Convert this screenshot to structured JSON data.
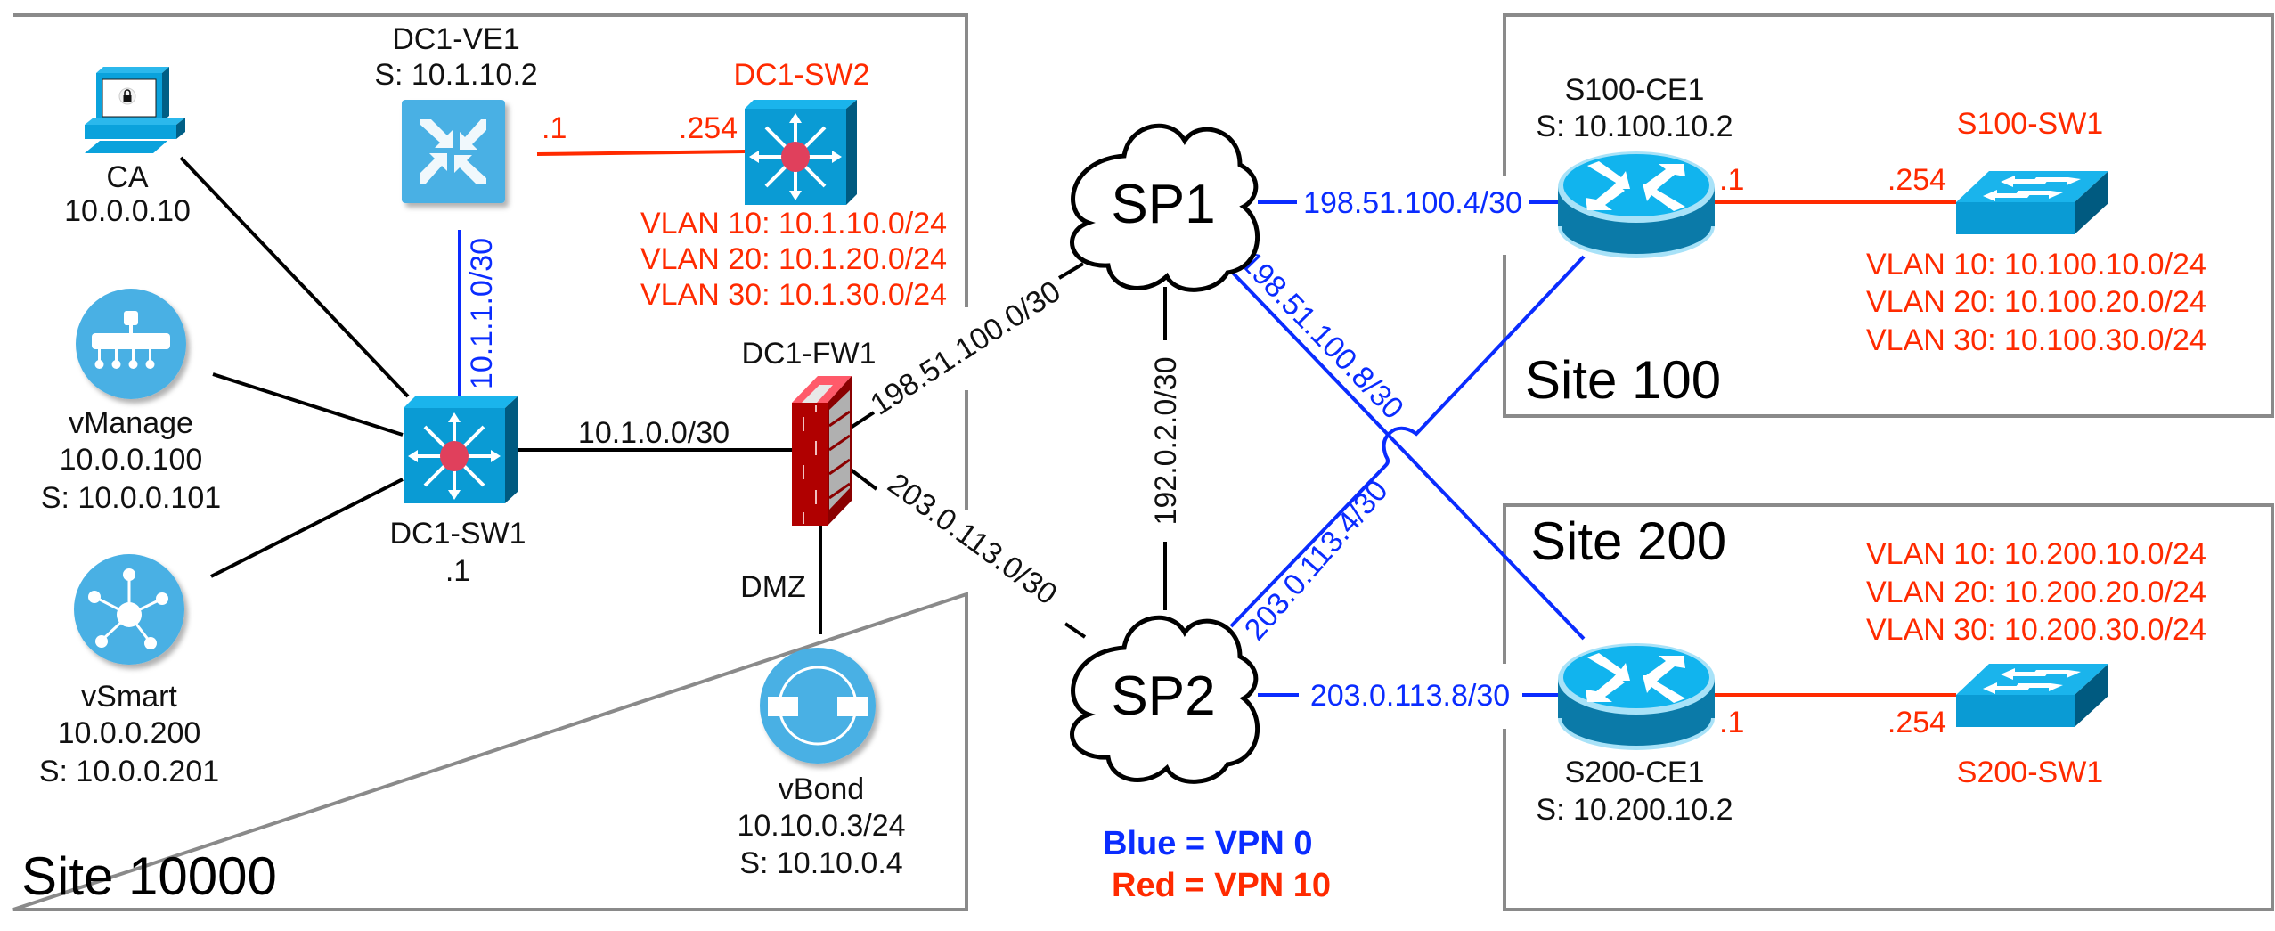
{
  "colors": {
    "vpn0": "#0a2cff",
    "vpn10": "#ff2a00",
    "box_border": "#8a8a8a",
    "device_blue": "#1a9fd6",
    "controller_blue": "#4ab0e4",
    "firewall_red": "#b00000"
  },
  "sites": {
    "dc": {
      "label": "Site 10000"
    },
    "site100": {
      "label": "Site 100"
    },
    "site200": {
      "label": "Site 200"
    }
  },
  "devices": {
    "ca": {
      "name": "CA",
      "ip": "10.0.0.10",
      "icon": "workstation-lock-icon"
    },
    "vmanage": {
      "name": "vManage",
      "ip": "10.0.0.100",
      "system": "S: 10.0.0.101",
      "icon": "vmanage-icon"
    },
    "vsmart": {
      "name": "vSmart",
      "ip": "10.0.0.200",
      "system": "S: 10.0.0.201",
      "icon": "vsmart-icon"
    },
    "dc1_ve1": {
      "name": "DC1-VE1",
      "system": "S: 10.1.10.2",
      "icon": "vedge-icon"
    },
    "dc1_sw2": {
      "name": "DC1-SW2",
      "icon": "layer3-switch-icon",
      "vlans": [
        "VLAN 10: 10.1.10.0/24",
        "VLAN 20: 10.1.20.0/24",
        "VLAN 30: 10.1.30.0/24"
      ]
    },
    "dc1_sw1": {
      "name": "DC1-SW1",
      "ip": ".1",
      "icon": "layer3-switch-icon"
    },
    "dc1_fw1": {
      "name": "DC1-FW1",
      "dmz": "DMZ",
      "icon": "firewall-icon"
    },
    "vbond": {
      "name": "vBond",
      "ip": "10.10.0.3/24",
      "system": "S: 10.10.0.4",
      "icon": "vbond-icon"
    },
    "sp1": {
      "name": "SP1",
      "icon": "cloud-icon"
    },
    "sp2": {
      "name": "SP2",
      "icon": "cloud-icon"
    },
    "s100_ce1": {
      "name": "S100-CE1",
      "system": "S: 10.100.10.2",
      "icon": "router-icon"
    },
    "s100_sw1": {
      "name": "S100-SW1",
      "icon": "switch-icon",
      "vlans": [
        "VLAN 10: 10.100.10.0/24",
        "VLAN 20: 10.100.20.0/24",
        "VLAN 30: 10.100.30.0/24"
      ]
    },
    "s200_ce1": {
      "name": "S200-CE1",
      "system": "S: 10.200.10.2",
      "icon": "router-icon"
    },
    "s200_sw1": {
      "name": "S200-SW1",
      "icon": "switch-icon",
      "vlans": [
        "VLAN 10: 10.200.10.0/24",
        "VLAN 20: 10.200.20.0/24",
        "VLAN 30: 10.200.30.0/24"
      ]
    }
  },
  "links": {
    "ve1_sw2": {
      "a_ip": ".1",
      "b_ip": ".254",
      "vpn": "VPN 10"
    },
    "ve1_sw1": {
      "subnet": "10.1.1.0/30",
      "vpn": "VPN 0"
    },
    "sw1_fw1": {
      "subnet": "10.1.0.0/30"
    },
    "fw1_sp1": {
      "subnet": "198.51.100.0/30"
    },
    "fw1_sp2": {
      "subnet": "203.0.113.0/30"
    },
    "sp1_sp2": {
      "subnet": "192.0.2.0/30"
    },
    "sp1_s100": {
      "subnet": "198.51.100.4/30",
      "vpn": "VPN 0"
    },
    "sp1_s200": {
      "subnet": "198.51.100.8/30",
      "vpn": "VPN 0"
    },
    "sp2_s100": {
      "subnet": "203.0.113.4/30",
      "vpn": "VPN 0"
    },
    "sp2_s200": {
      "subnet": "203.0.113.8/30",
      "vpn": "VPN 0"
    },
    "s100_ce_sw": {
      "a_ip": ".1",
      "b_ip": ".254",
      "vpn": "VPN 10"
    },
    "s200_ce_sw": {
      "a_ip": ".1",
      "b_ip": ".254",
      "vpn": "VPN 10"
    }
  },
  "legend": {
    "blue": "Blue = VPN 0",
    "red": "Red = VPN 10"
  }
}
